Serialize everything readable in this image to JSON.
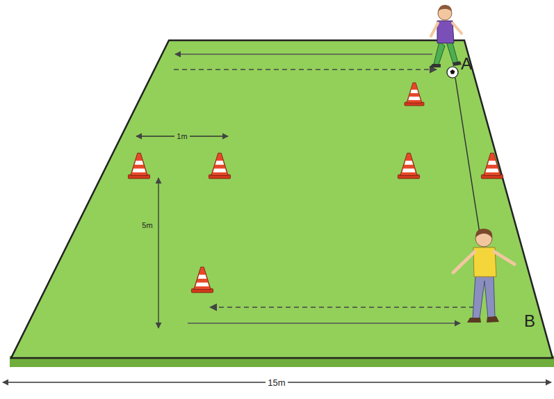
{
  "diagram": {
    "labels": [
      "1m",
      "5m",
      "15m",
      "A",
      "B"
    ]
  }
}
